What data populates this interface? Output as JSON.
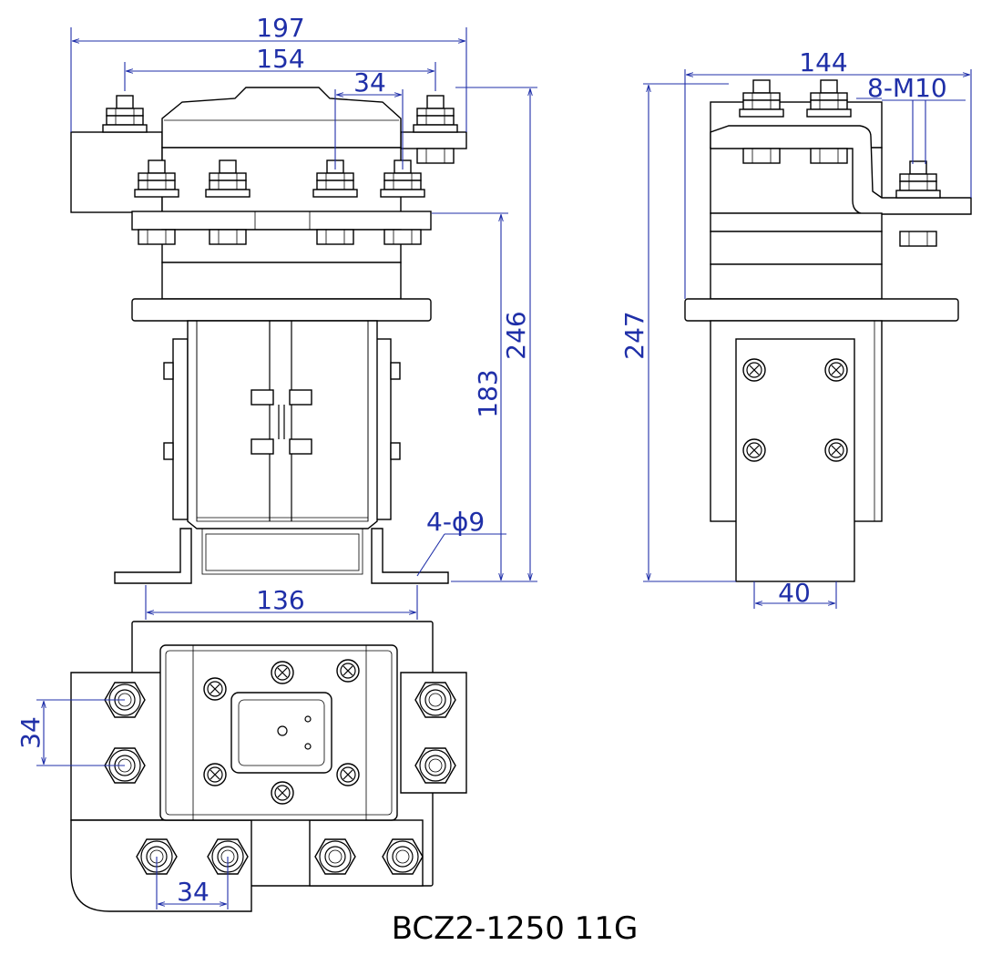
{
  "dimensions": {
    "front_width_overall": "197",
    "front_terminal_span": "154",
    "front_terminal_pitch": "34",
    "front_mount_span": "136",
    "front_height_overall": "246",
    "front_height_lower": "183",
    "mount_holes": "4-ϕ9",
    "side_width_overall": "144",
    "side_thread": "8-M10",
    "side_height_overall": "247",
    "side_foot_width": "40",
    "top_pitch_vertical": "34",
    "top_pitch_horizontal": "34"
  },
  "model_label": "BCZ2-1250 11G"
}
